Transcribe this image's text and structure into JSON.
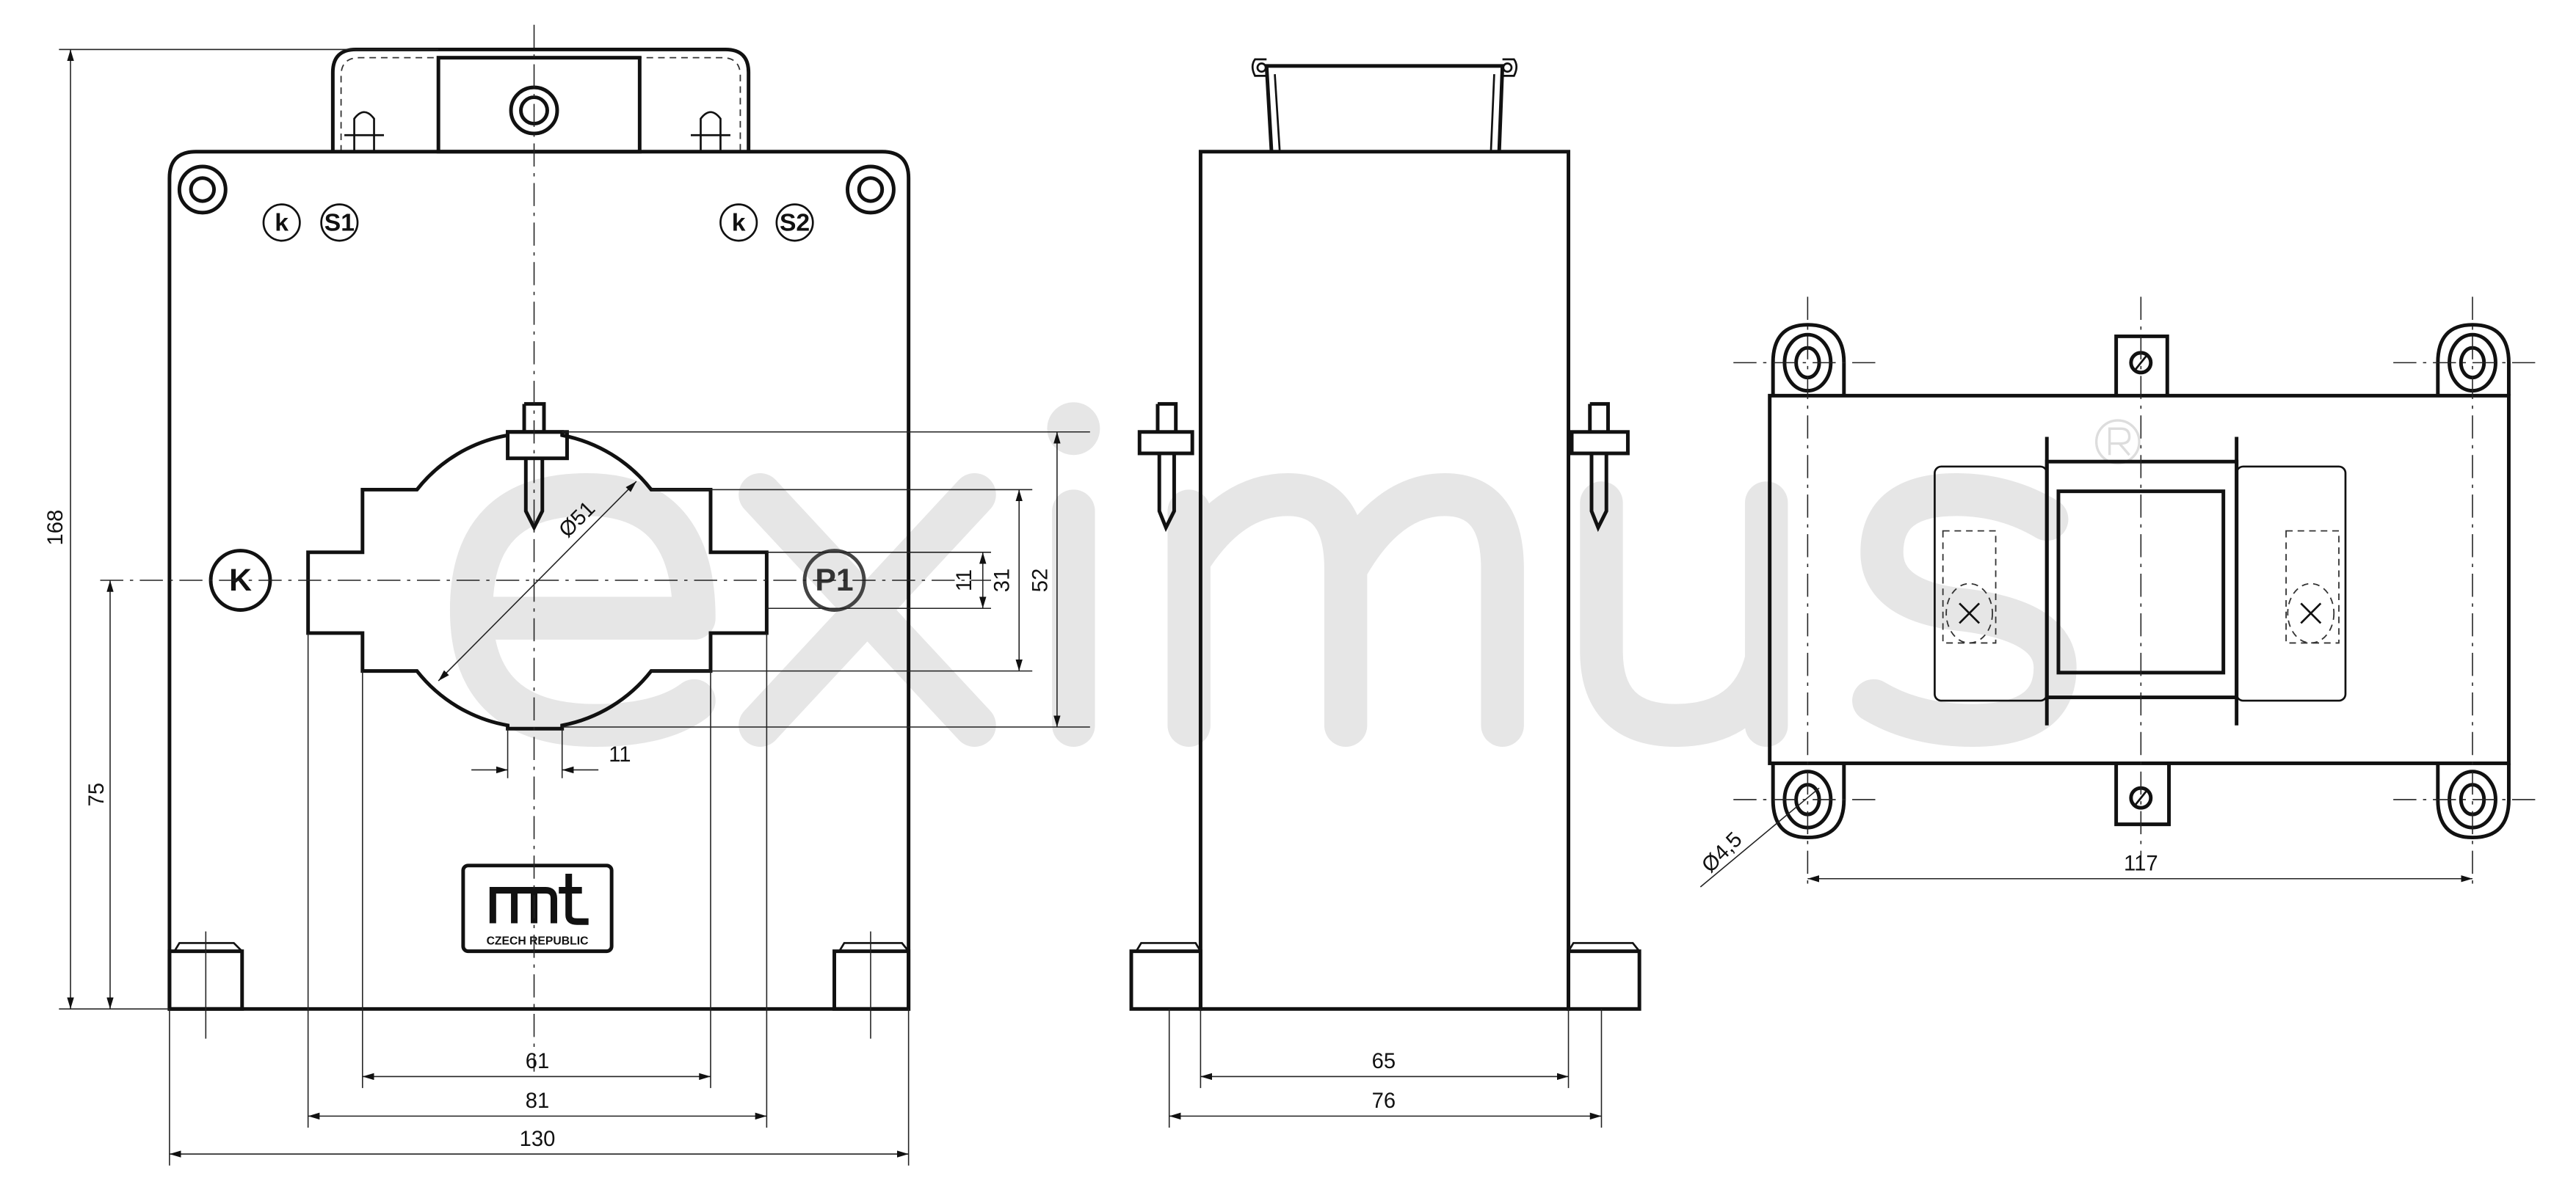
{
  "watermark": {
    "text": "eximus",
    "registered": "®"
  },
  "front_view": {
    "terminal_marks": [
      "k",
      "S1",
      "k",
      "S2"
    ],
    "primary_marks": {
      "left": "K",
      "right": "P1"
    },
    "logo": {
      "brand": "mt",
      "subtitle": "CZECH REPUBLIC"
    },
    "dimensions": {
      "height": "168",
      "center_height": "75",
      "window_inner": "61",
      "window_outer": "81",
      "width": "130",
      "notch": "11",
      "slot": "11",
      "middle": "31",
      "window_height": "52",
      "diameter": "Ø51"
    }
  },
  "side_view": {
    "dimensions": {
      "body": "65",
      "overall": "76"
    }
  },
  "top_view": {
    "dimensions": {
      "hole_spacing": "117",
      "hole_diameter": "Ø4,5"
    }
  }
}
